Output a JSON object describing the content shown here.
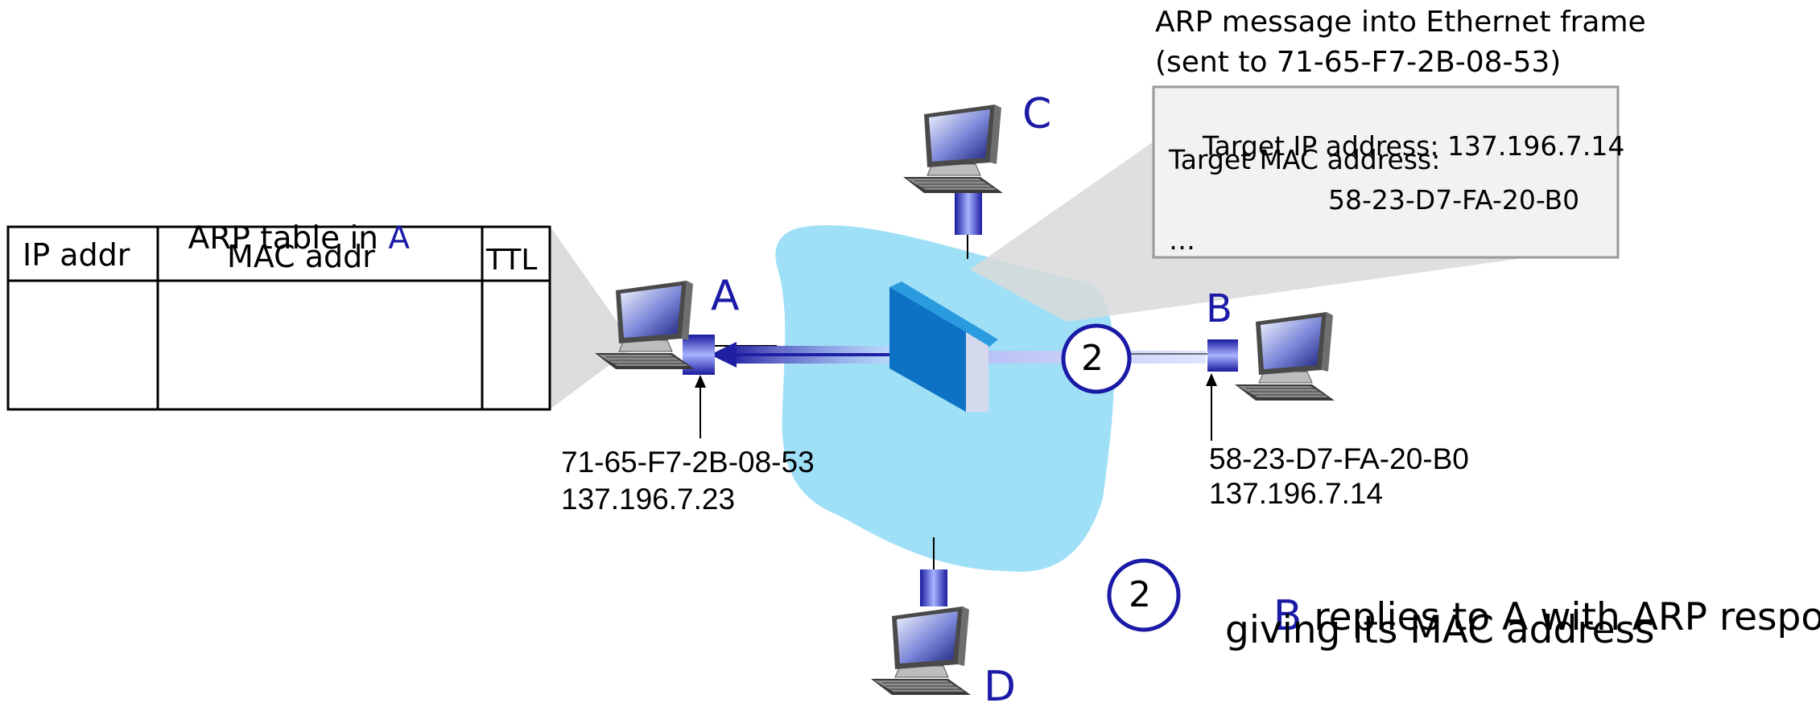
{
  "arp_table": {
    "title_prefix": "ARP table in ",
    "title_host": "A",
    "headers": [
      "IP addr",
      "MAC addr",
      "TTL"
    ]
  },
  "hosts": {
    "A": {
      "label": "A",
      "mac": "71-65-F7-2B-08-53",
      "ip": "137.196.7.23"
    },
    "B": {
      "label": "B",
      "mac": "58-23-D7-FA-20-B0",
      "ip": "137.196.7.14"
    },
    "C": {
      "label": "C"
    },
    "D": {
      "label": "D"
    }
  },
  "frame": {
    "caption_line1": "ARP message into Ethernet frame",
    "caption_line2": "(sent to 71-65-F7-2B-08-53)",
    "target_ip_label": "Target IP address: ",
    "target_ip_value": "137.196.7.14",
    "target_mac_label": "Target MAC address:",
    "target_mac_value": "58-23-D7-FA-20-B0",
    "ellipsis": "…"
  },
  "step": {
    "number": "2",
    "host": "B",
    "line1_rest": " replies to A with ARP response,",
    "line2": "giving its MAC address"
  },
  "colors": {
    "cloud": "#9fe0f7",
    "host_label": "#1a1aa6",
    "switch_front": "#0d72c4",
    "switch_top": "#2b9be0",
    "arrow": "#2323a8",
    "callout_bg": "#f2f2f2",
    "callout_border": "#9a9a9a"
  }
}
